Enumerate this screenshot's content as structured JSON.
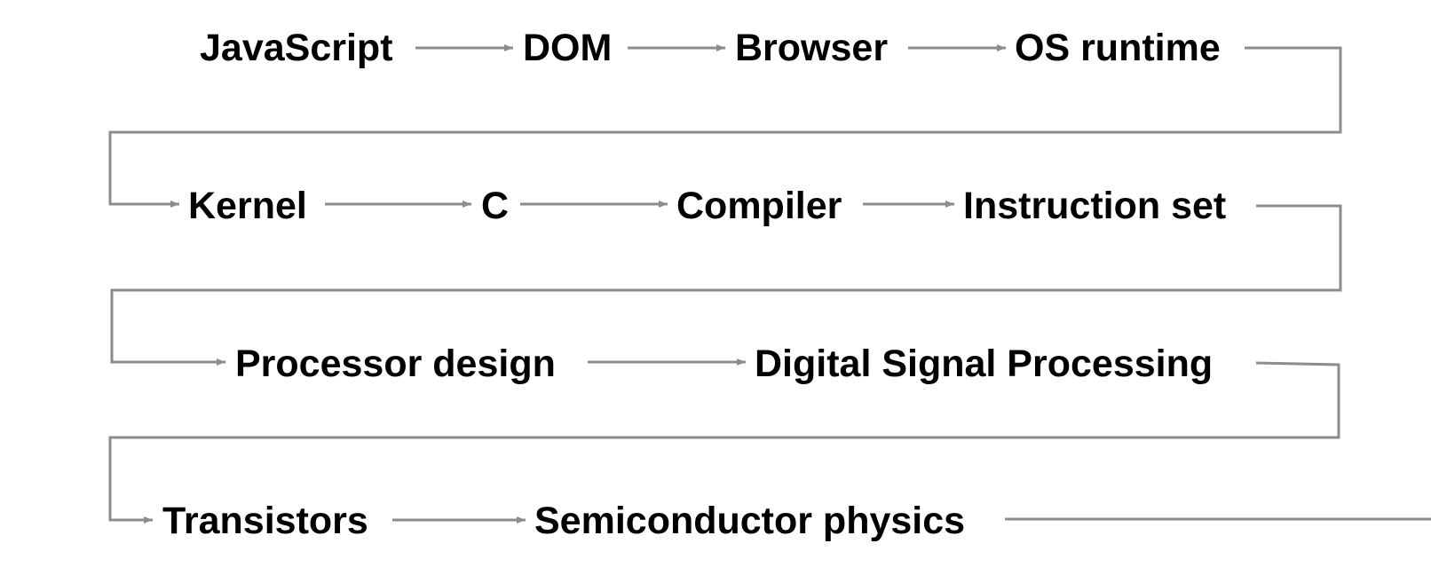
{
  "colors": {
    "text": "#000000",
    "connector": "#8c8c8c",
    "background": "#ffffff"
  },
  "diagram": {
    "rows": [
      {
        "nodes": [
          "JavaScript",
          "DOM",
          "Browser",
          "OS runtime"
        ]
      },
      {
        "nodes": [
          "Kernel",
          "C",
          "Compiler",
          "Instruction set"
        ]
      },
      {
        "nodes": [
          "Processor design",
          "Digital Signal Processing"
        ]
      },
      {
        "nodes": [
          "Transistors",
          "Semiconductor physics"
        ]
      }
    ]
  }
}
